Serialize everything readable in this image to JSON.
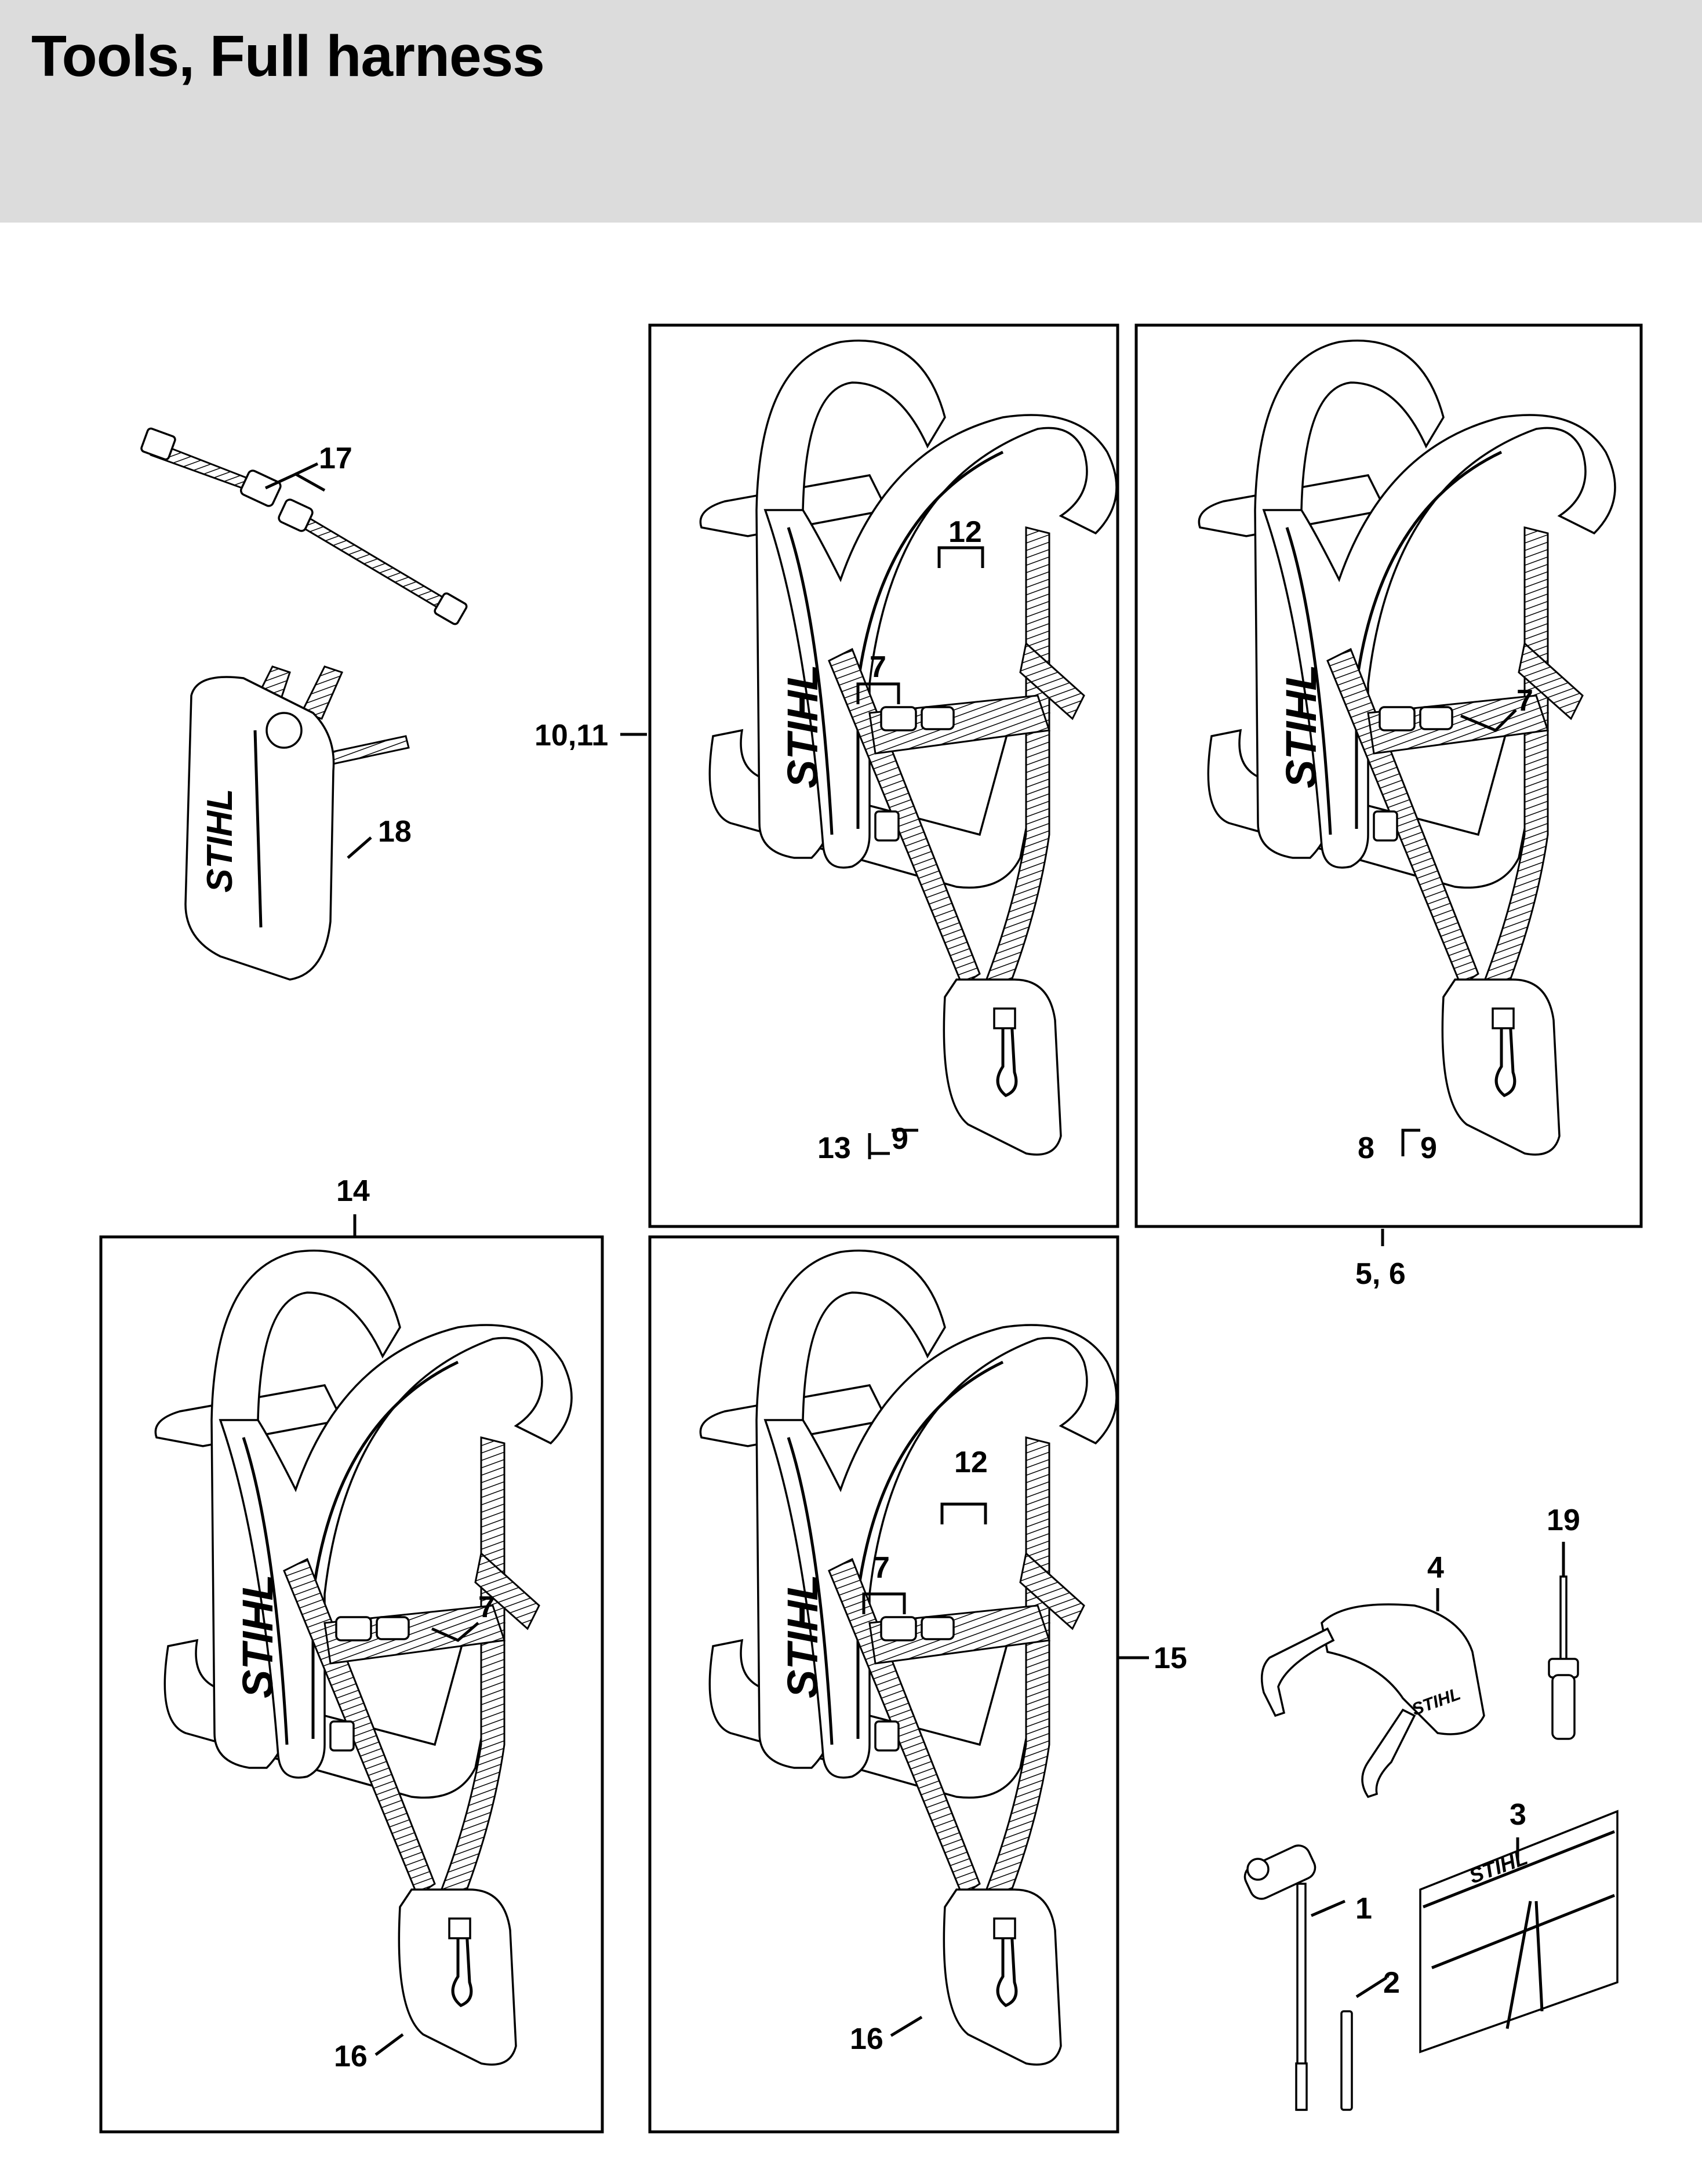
{
  "header": {
    "title": "Tools, Full harness",
    "background": "#dcdcdc"
  },
  "brand_text": "STIHL",
  "callouts": {
    "c1": "1",
    "c2": "2",
    "c3": "3",
    "c4": "4",
    "c5_6": "5, 6",
    "c7a": "7",
    "c7b": "7",
    "c7c": "7",
    "c7d": "7",
    "c8": "8",
    "c9a": "9",
    "c9b": "9",
    "c10_11": "10,11",
    "c12a": "12",
    "c12b": "12",
    "c13": "13",
    "c14": "14",
    "c15": "15",
    "c16a": "16",
    "c16b": "16",
    "c17": "17",
    "c18": "18",
    "c19": "19"
  },
  "parts": {
    "belt": "belt-strap",
    "pouch": "tool-pouch",
    "harness_a": "full-harness-with-buckle",
    "harness_b": "full-harness-hip-pad",
    "harness_c": "full-harness-hip-pad-hook",
    "harness_d": "full-harness-with-buckle-hook",
    "glasses": "safety-glasses",
    "wrench": "combination-wrench",
    "pin": "locking-pin",
    "bag": "tool-bag",
    "screwdriver": "screwdriver"
  }
}
